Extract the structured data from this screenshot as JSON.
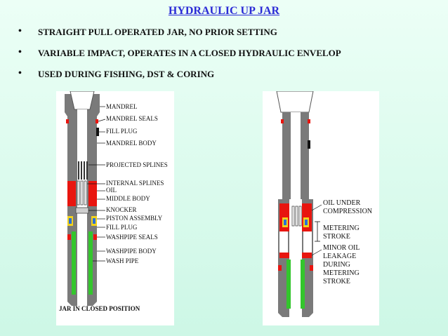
{
  "title": "HYDRAULIC UP JAR",
  "bullets": [
    "STRAIGHT PULL OPERATED JAR,  NO PRIOR SETTING",
    "VARIABLE IMPACT, OPERATES IN A CLOSED HYDRAULIC ENVELOP",
    "USED DURING FISHING, DST & CORING"
  ],
  "diagram_left": {
    "labels": [
      "MANDREL",
      "MANDREL SEALS",
      "FILL PLUG",
      "MANDREL BODY",
      "PROJECTED  SPLINES",
      "INTERNAL SPLINES",
      "OIL",
      "MIDDLE BODY",
      "KNOCKER",
      "PISTON ASSEMBLY",
      "FILL PLUG",
      "WASHPIPE SEALS",
      "WASHPIPE BODY",
      "WASH PIPE"
    ],
    "caption": "JAR IN CLOSED POSITION"
  },
  "diagram_right": {
    "oil_under": "OIL UNDER",
    "compression": "COMPRESSION",
    "metering": "METERING",
    "stroke": "STROKE",
    "minor_oil": "MINOR OIL",
    "leakage": "LEAKAGE",
    "during": "DURING",
    "metering2": "METERING",
    "stroke2": "STROKE"
  },
  "colors": {
    "title": "#2b2bd6",
    "tool_body": "#7a7a7a",
    "oil": "#e8150f",
    "wash_pipe": "#33c62c",
    "seal_yellow": "#f2d21c",
    "seal_blue": "#2a6fd8"
  }
}
